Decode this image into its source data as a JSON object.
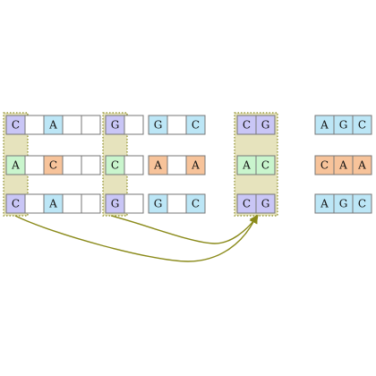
{
  "colors": {
    "C": "#c9c6f6",
    "A": "#bce6f6",
    "G": "#c9c6f6",
    "C_green": "#c9f5cd",
    "A_orange": "#f7c39a",
    "empty": "#ffffff",
    "stroke": "#777777",
    "highlight": "#e6e3bd",
    "highlight_border": "#8a8a26",
    "arrow": "#8a8a1a"
  },
  "sequences": [
    {
      "cells": [
        "C",
        "",
        "A",
        "",
        "",
        "G",
        "",
        "G",
        "",
        "C"
      ],
      "fills": [
        "C",
        "empty",
        "A",
        "empty",
        "empty",
        "G",
        "empty",
        "A",
        "empty",
        "A"
      ]
    },
    {
      "cells": [
        "A",
        "",
        "C",
        "",
        "",
        "C",
        "",
        "A",
        "",
        "A"
      ],
      "fills": [
        "C_green",
        "empty",
        "A_orange",
        "empty",
        "empty",
        "C_green",
        "empty",
        "A_orange",
        "empty",
        "A_orange"
      ]
    },
    {
      "cells": [
        "C",
        "",
        "A",
        "",
        "",
        "G",
        "",
        "G",
        "",
        "C"
      ],
      "fills": [
        "C",
        "empty",
        "A",
        "empty",
        "empty",
        "G",
        "empty",
        "A",
        "empty",
        "A"
      ]
    }
  ],
  "selected_columns": [
    {
      "cells": [
        "C",
        "G"
      ],
      "fills": [
        "C",
        "G"
      ]
    },
    {
      "cells": [
        "A",
        "C"
      ],
      "fills": [
        "C_green",
        "C_green"
      ]
    },
    {
      "cells": [
        "C",
        "G"
      ],
      "fills": [
        "C",
        "G"
      ]
    }
  ],
  "remaining_columns": [
    {
      "cells": [
        "A",
        "G",
        "C"
      ],
      "fills": [
        "A",
        "A",
        "A"
      ]
    },
    {
      "cells": [
        "C",
        "A",
        "A"
      ],
      "fills": [
        "A_orange",
        "A_orange",
        "A_orange"
      ]
    },
    {
      "cells": [
        "A",
        "G",
        "C"
      ],
      "fills": [
        "A",
        "A",
        "A"
      ]
    }
  ]
}
